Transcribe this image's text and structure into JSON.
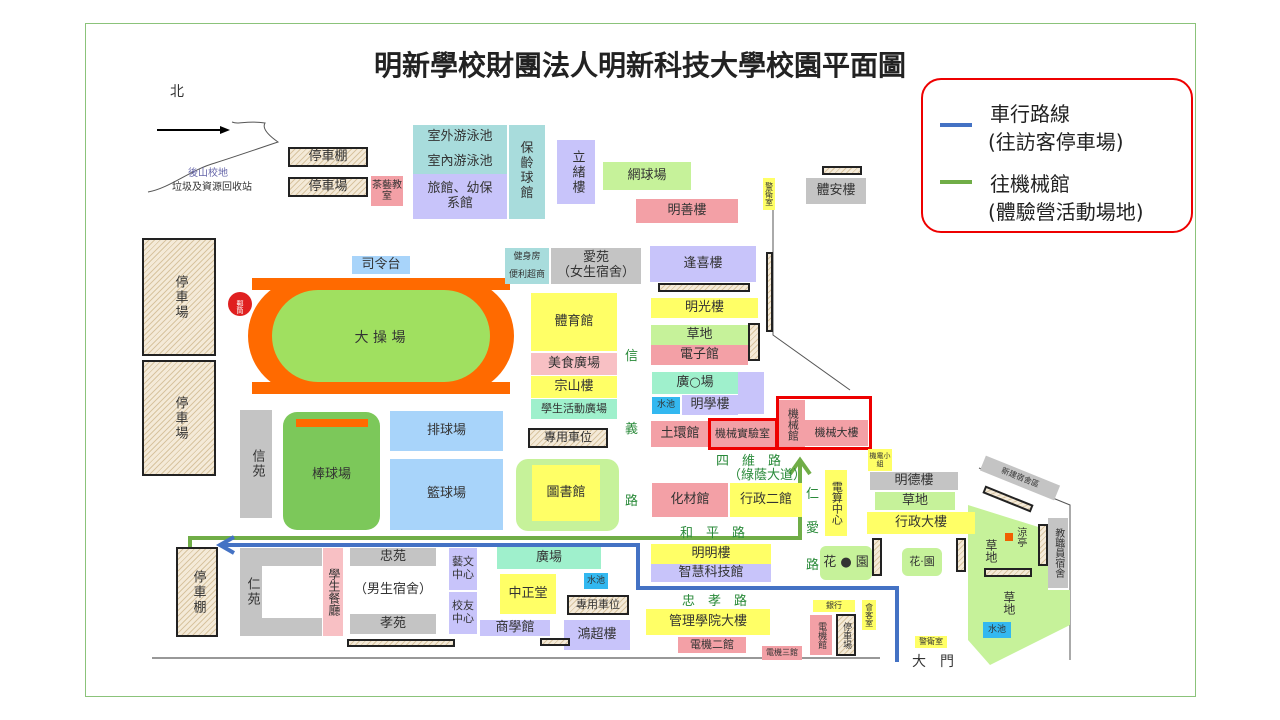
{
  "title": "明新學校財團法人明新科技大學校園平面圖",
  "north": "北",
  "back_hill": "後山校地",
  "recycle": "垃圾及資源回收站",
  "legend": {
    "drive_route": "車行路線",
    "drive_sub": "(往訪客停車場)",
    "walk_route": "往機械館",
    "walk_sub": "(體驗營活動場地)",
    "drive_color": "#4472c4",
    "walk_color": "#70ad47"
  },
  "bld": {
    "shed1": "停車棚",
    "park1": "停車場",
    "tea": "茶藝教室",
    "outpool": "室外游泳池",
    "inpool": "室內游泳池",
    "hotel": "旅館、幼保系館",
    "bowling": "保齡球館",
    "lixu": "立緒樓",
    "tennis": "網球場",
    "mingshan": "明善樓",
    "guard1": "警衛室",
    "tian": "體安樓",
    "parkL1": "停車場",
    "parkL2": "停車場",
    "command": "司令台",
    "field": "大 操 場",
    "post": "郵筒",
    "gym2": "健身房",
    "store": "便利超商",
    "aiyuan": "愛苑",
    "aiyuan_sub": "（女生宿舍）",
    "fengxi": "逢喜樓",
    "mingguang": "明光樓",
    "grass1": "草地",
    "electronic": "電子館",
    "gymnasium": "體育館",
    "food": "美食廣場",
    "zongshan": "宗山樓",
    "activity": "學生活動廣場",
    "reserved1": "專用車位",
    "plaza1": "廣○場",
    "pond1": "水池",
    "mingxue": "明學樓",
    "civil": "土環館",
    "mechlab": "機械實驗室",
    "mechhall": "機械館",
    "mechbldg": "機械大樓",
    "mechgroup": "機電小組",
    "volley": "排球場",
    "basket": "籃球場",
    "xinyuan": "信苑",
    "baseball": "棒球場",
    "library": "圖書館",
    "chem": "化材館",
    "admin2": "行政二館",
    "computer": "電算中心",
    "mingde": "明德樓",
    "grass2": "草地",
    "admin": "行政大樓",
    "garden1": "花 ● 園",
    "garden2": "花·園",
    "pavilion": "涼亭",
    "grass3": "草地",
    "grass4": "草地",
    "staffdorm": "教職員宿舍",
    "pond3": "水池",
    "newarea": "新建宿舍區",
    "shed2": "停車棚",
    "renyuan": "仁苑",
    "canteen": "學生餐廳",
    "zhongyuan": "忠苑",
    "boysdorm": "（男生宿舍）",
    "xiaoyuan": "孝苑",
    "arts": "藝文中心",
    "alumni": "校友中心",
    "plaza2": "廣場",
    "zhongzheng": "中正堂",
    "business": "商學館",
    "pond2": "水池",
    "reserved2": "專用車位",
    "hongchao": "鴻超樓",
    "mingming": "明明樓",
    "smart": "智慧科技館",
    "management": "管理學院大樓",
    "ee2": "電機二館",
    "ee3": "電機三館",
    "bank": "銀行",
    "ee": "電機館",
    "park3": "停車場",
    "reception": "會客室",
    "guard2": "警衛室",
    "gate": "大　門"
  },
  "roads": {
    "xinyi": [
      "信",
      "義",
      "路"
    ],
    "siwei": "四　維　路",
    "siwei_sub": "（綠蔭大道）",
    "heping": "和　平　路",
    "renai": [
      "仁",
      "愛",
      "路"
    ],
    "zhongxiao": "忠　孝　路"
  }
}
